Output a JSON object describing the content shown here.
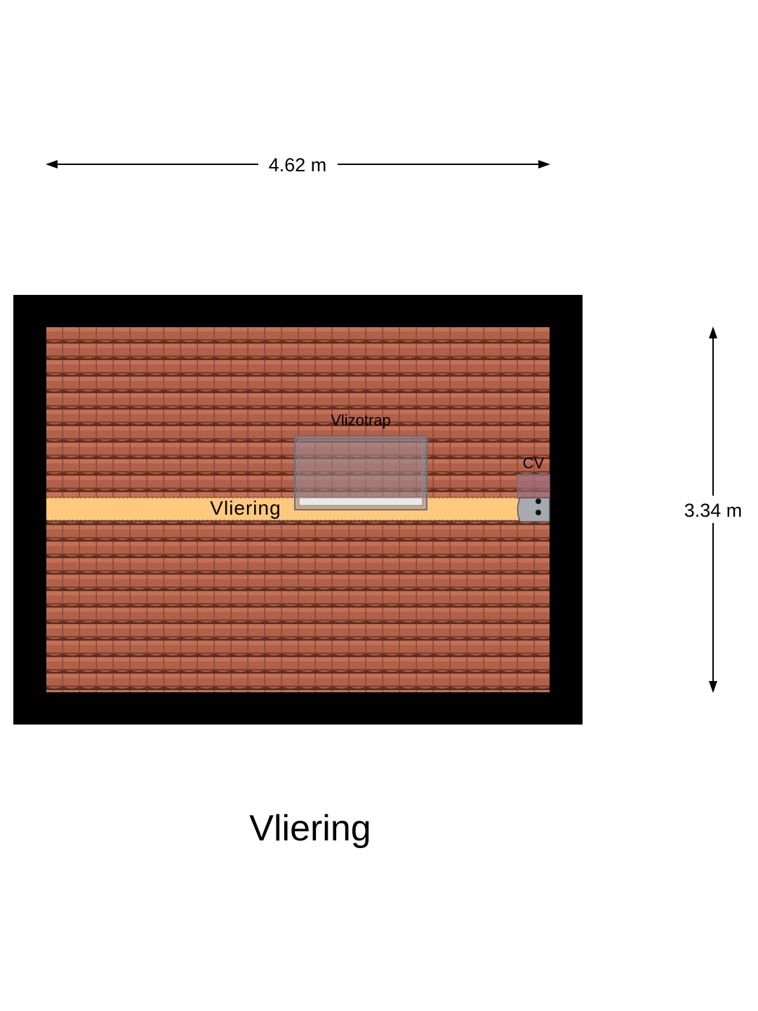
{
  "floor": {
    "title": "Vliering"
  },
  "dimensions": {
    "width_label": "4.62 m",
    "depth_label": "3.34 m"
  },
  "rooms": {
    "attic_label": "Vliering",
    "hatch_label": "Vlizotrap",
    "boiler_label": "CV"
  },
  "colors": {
    "wall": "#000000",
    "roof_tile": "#b0614a",
    "roof_tile_shadow": "#5e2f22",
    "floor_strip": "#ffc97d",
    "hatch": "#9a8c96",
    "boiler": "#a9a9b0"
  }
}
